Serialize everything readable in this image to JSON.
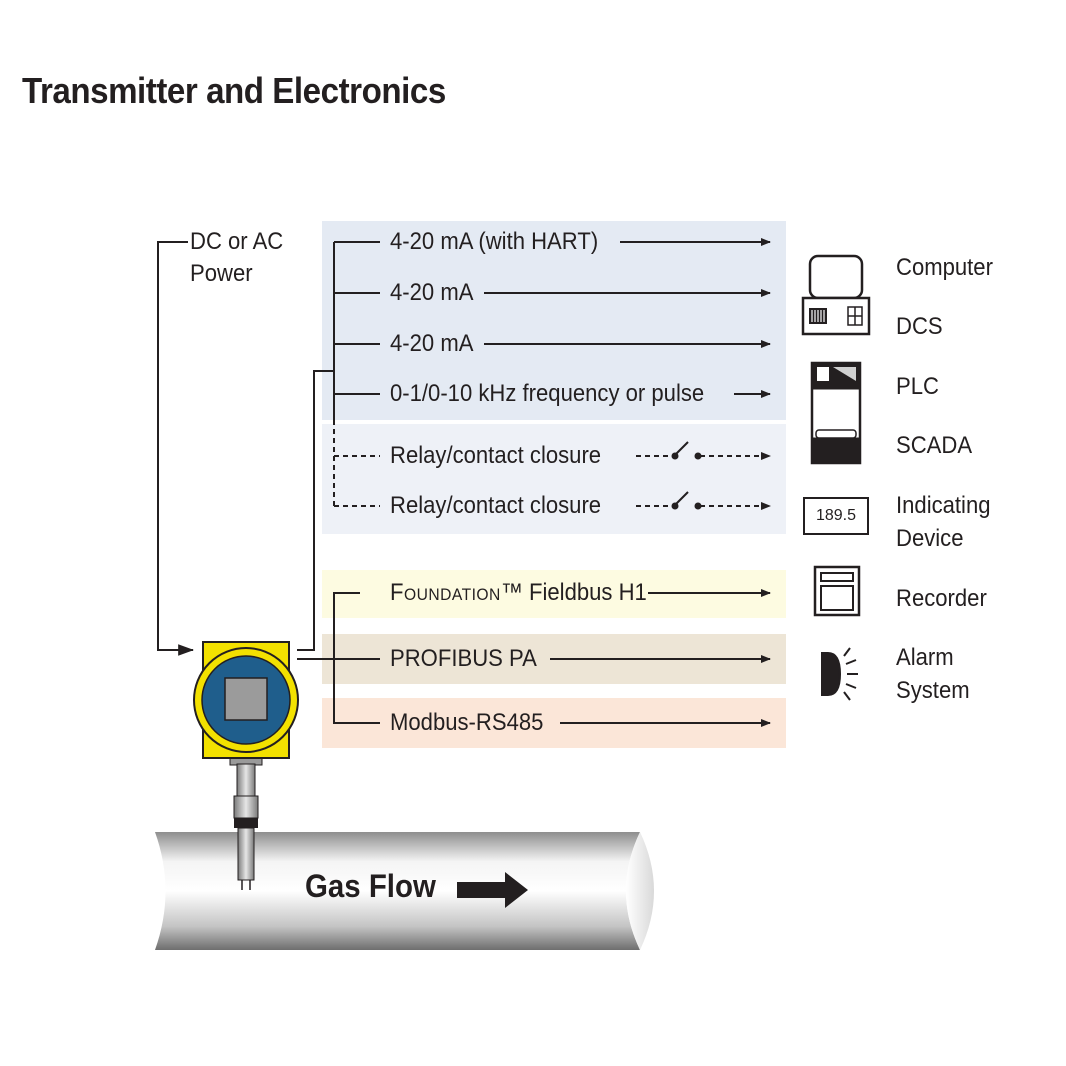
{
  "title": "Transmitter and Electronics",
  "power": {
    "line1": "DC or AC",
    "line2": "Power"
  },
  "outputs": [
    {
      "id": "hart",
      "label": "4-20 mA (with HART)"
    },
    {
      "id": "ma1",
      "label": "4-20 mA"
    },
    {
      "id": "ma2",
      "label": "4-20 mA"
    },
    {
      "id": "freq",
      "label": "0-1/0-10 kHz frequency or pulse"
    },
    {
      "id": "relay1",
      "label": "Relay/contact closure"
    },
    {
      "id": "relay2",
      "label": "Relay/contact closure"
    },
    {
      "id": "foundation",
      "label_sc": "Foundation",
      "label_rest": "™ Fieldbus H1"
    },
    {
      "id": "profibus",
      "label": "PROFIBUS PA"
    },
    {
      "id": "modbus",
      "label": "Modbus-RS485"
    }
  ],
  "devices": {
    "computer": "Computer",
    "dcs": "DCS",
    "plc": "PLC",
    "scada": "SCADA",
    "indicating": {
      "line1": "Indicating",
      "line2": "Device",
      "value": "189.5"
    },
    "recorder": "Recorder",
    "alarm": {
      "line1": "Alarm",
      "line2": "System"
    }
  },
  "pipe": {
    "label": "Gas Flow"
  },
  "colors": {
    "analog_band": "#e4eaf3",
    "relay_band": "#eef1f7",
    "foundation_band": "#fdfbe1",
    "profibus_band": "#ede5d6",
    "modbus_band": "#fbe6d8",
    "transmitter_yellow": "#f3e100",
    "transmitter_blue": "#1f5e8c",
    "line": "#231f20"
  }
}
